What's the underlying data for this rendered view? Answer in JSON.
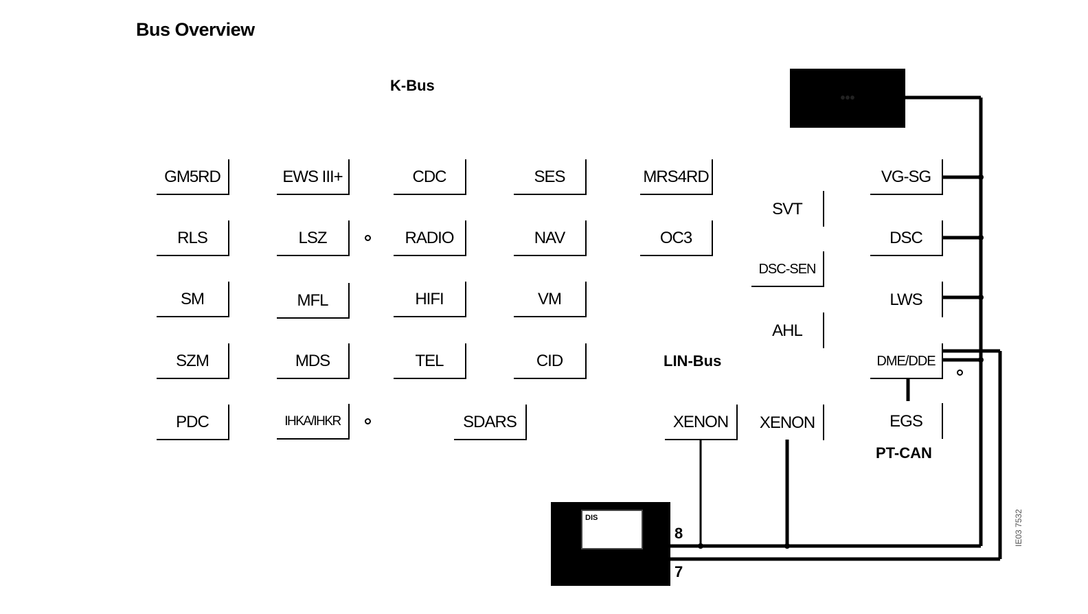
{
  "title": "Bus Overview",
  "labels": {
    "kbus": "K-Bus",
    "linbus": "LIN-Bus",
    "ptcan": "PT-CAN"
  },
  "modules": {
    "gm5rd": "GM5RD",
    "ews": "EWS III+",
    "cdc": "CDC",
    "ses": "SES",
    "mrs4rd": "MRS4RD",
    "svt": "SVT",
    "vgsg": "VG-SG",
    "rls": "RLS",
    "lsz": "LSZ",
    "radio": "RADIO",
    "nav": "NAV",
    "oc3": "OC3",
    "dsc": "DSC",
    "dscsen": "DSC-SEN",
    "sm": "SM",
    "mfl": "MFL",
    "hifi": "HIFI",
    "vm": "VM",
    "lws": "LWS",
    "ahl": "AHL",
    "szm": "SZM",
    "mds": "MDS",
    "tel": "TEL",
    "cid": "CID",
    "dmedde": "DME/DDE",
    "pdc": "PDC",
    "ihka": "IHKA/IHKR",
    "sdars": "SDARS",
    "xenon1": "XENON",
    "xenon2": "XENON",
    "egs": "EGS"
  },
  "diag": {
    "pin8": "8",
    "pin7": "7",
    "screen_text": "DIS"
  },
  "figure_code": "IE03 7532"
}
